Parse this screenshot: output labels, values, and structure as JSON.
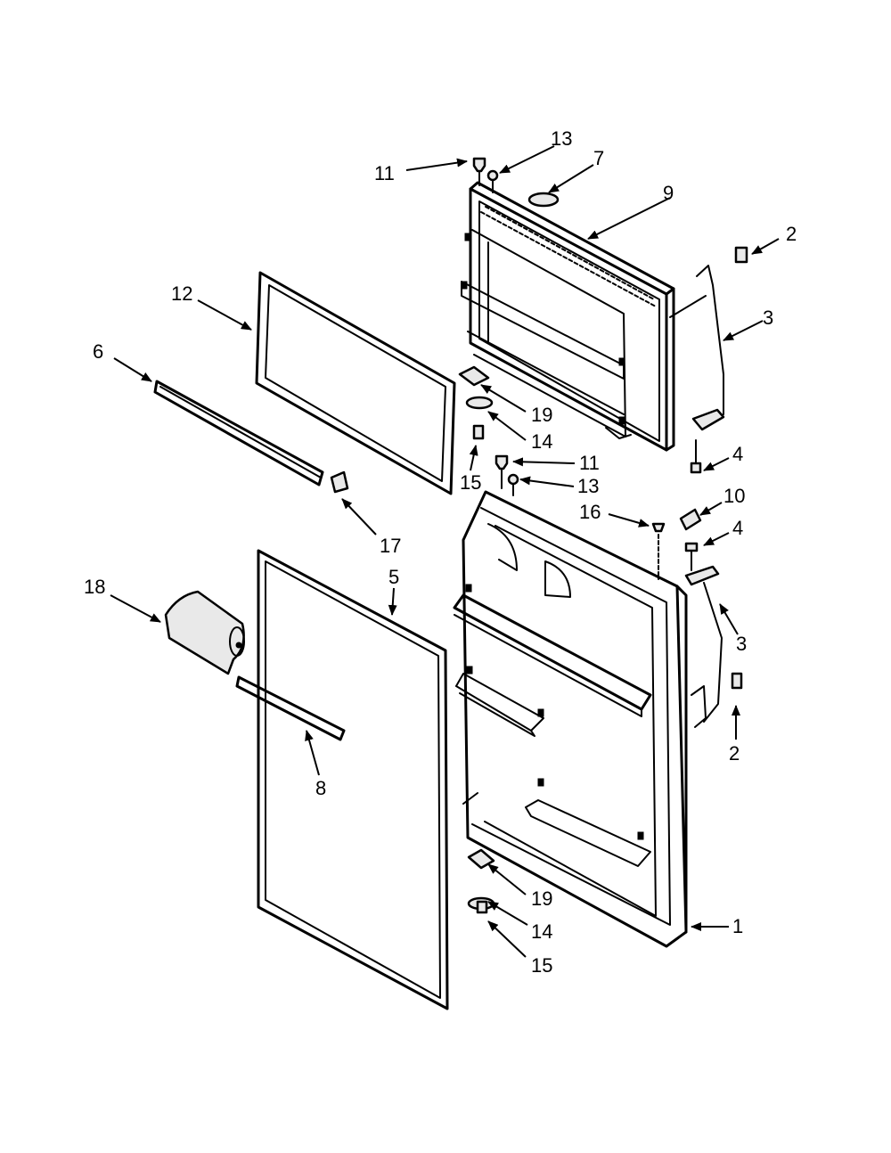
{
  "callouts": [
    {
      "id": "c1",
      "text": "11"
    },
    {
      "id": "c2",
      "text": "13"
    },
    {
      "id": "c3",
      "text": "7"
    },
    {
      "id": "c4",
      "text": "9"
    },
    {
      "id": "c5",
      "text": "2"
    },
    {
      "id": "c6",
      "text": "3"
    },
    {
      "id": "c7",
      "text": "12"
    },
    {
      "id": "c8",
      "text": "6"
    },
    {
      "id": "c9",
      "text": "19"
    },
    {
      "id": "c10",
      "text": "14"
    },
    {
      "id": "c11",
      "text": "4"
    },
    {
      "id": "c12",
      "text": "11"
    },
    {
      "id": "c13",
      "text": "15"
    },
    {
      "id": "c14",
      "text": "13"
    },
    {
      "id": "c15",
      "text": "16"
    },
    {
      "id": "c16",
      "text": "10"
    },
    {
      "id": "c17",
      "text": "4"
    },
    {
      "id": "c18",
      "text": "17"
    },
    {
      "id": "c19",
      "text": "5"
    },
    {
      "id": "c20",
      "text": "18"
    },
    {
      "id": "c21",
      "text": "3"
    },
    {
      "id": "c22",
      "text": "2"
    },
    {
      "id": "c23",
      "text": "8"
    },
    {
      "id": "c24",
      "text": "19"
    },
    {
      "id": "c25",
      "text": "1"
    },
    {
      "id": "c26",
      "text": "14"
    },
    {
      "id": "c27",
      "text": "15"
    }
  ]
}
